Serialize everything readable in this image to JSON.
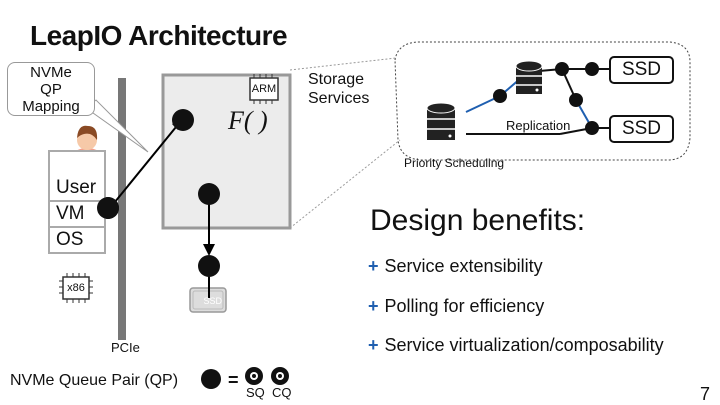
{
  "title": "LeapIO Architecture",
  "callout": {
    "line1": "NVMe",
    "line2": "QP",
    "line3": "Mapping"
  },
  "storage_services": {
    "line1": "Storage",
    "line2": "Services"
  },
  "function_label": "F( )",
  "chips": {
    "arm": "ARM",
    "x86": "x86"
  },
  "small_ssd": "SSD",
  "replication": "Replication",
  "priority_scheduling": "Priority Scheduling",
  "ssd_labels": [
    "SSD",
    "SSD"
  ],
  "vm_stack": [
    "User",
    "VM",
    "OS"
  ],
  "design": {
    "heading": "Design benefits:",
    "plus": "+",
    "items": [
      "Service extensibility",
      "Polling for efficiency",
      "Service virtualization/composability"
    ]
  },
  "pcie": "PCIe",
  "legend": {
    "qp": "NVMe Queue Pair (QP)",
    "equals": "=",
    "sq": "SQ",
    "cq": "CQ"
  },
  "page_number": "7"
}
